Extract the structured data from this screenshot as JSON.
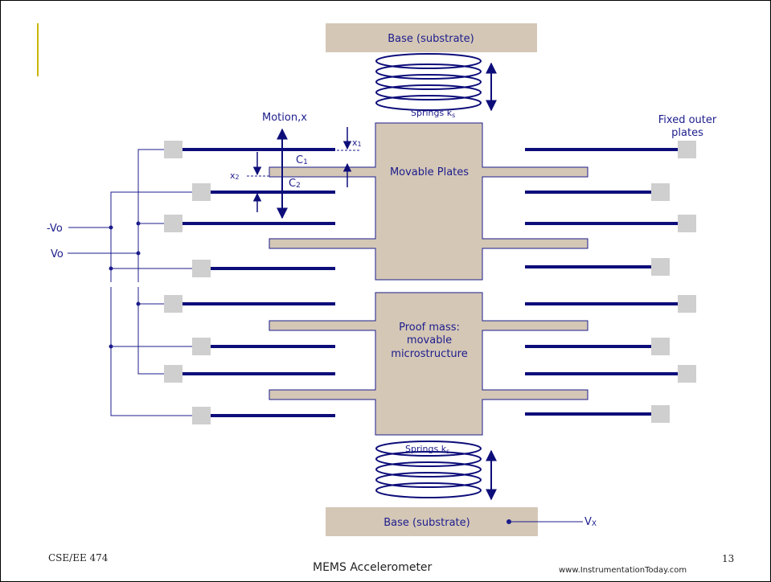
{
  "diagram": {
    "labels": {
      "base_top": "Base (substrate)",
      "base_bottom": "Base (substrate)",
      "springs_top_main": "Springs k",
      "springs_top_sub": "s",
      "springs_bottom_main": "Springs k",
      "springs_bottom_sub": "s",
      "motion": "Motion,x",
      "x1_main": "x",
      "x1_sub": "1",
      "x2_main": "x",
      "x2_sub": "2",
      "c1_main": "C",
      "c1_sub": "1",
      "c2_main": "C",
      "c2_sub": "2",
      "movable_plates": "Movable Plates",
      "proof_mass_line1": "Proof mass:",
      "proof_mass_line2": "movable",
      "proof_mass_line3": "microstructure",
      "fixed_outer_line1": "Fixed outer",
      "fixed_outer_line2": "plates",
      "neg_vo": "-Vo",
      "vo": "Vo",
      "vx_main": "V",
      "vx_sub": "X"
    },
    "colors": {
      "wire": "#1c1c8c",
      "plate": "#0d0d7a",
      "mass": "#d4c7b6",
      "pad": "#cfcfcf",
      "text": "#1c1c8c",
      "accent": "#c9b400"
    }
  },
  "footer": {
    "course": "CSE/EE 474",
    "title": "MEMS Accelerometer",
    "source": "www.InstrumentationToday.com",
    "page": "13"
  }
}
